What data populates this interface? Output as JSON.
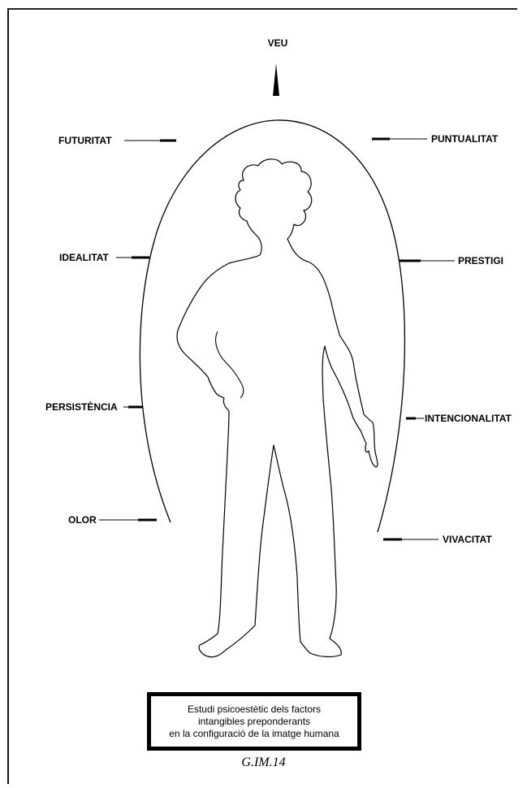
{
  "labels": {
    "veu": "VEU",
    "futuritat": "FUTURITAT",
    "puntualitat": "PUNTUALITAT",
    "idealitat": "IDEALITAT",
    "prestigi": "PRESTIGI",
    "persistencia": "PERSISTÈNCIA",
    "intencionalitat": "INTENCIONALITAT",
    "olor": "OLOR",
    "vivacitat": "VIVACITAT"
  },
  "caption": {
    "line1": "Estudi psicoestètic dels factors",
    "line2": "intangibles preponderants",
    "line3": "en la configuració de la imatge humana"
  },
  "figure_id": "G.IM.14",
  "colors": {
    "ink": "#000000",
    "paper": "#ffffff"
  }
}
